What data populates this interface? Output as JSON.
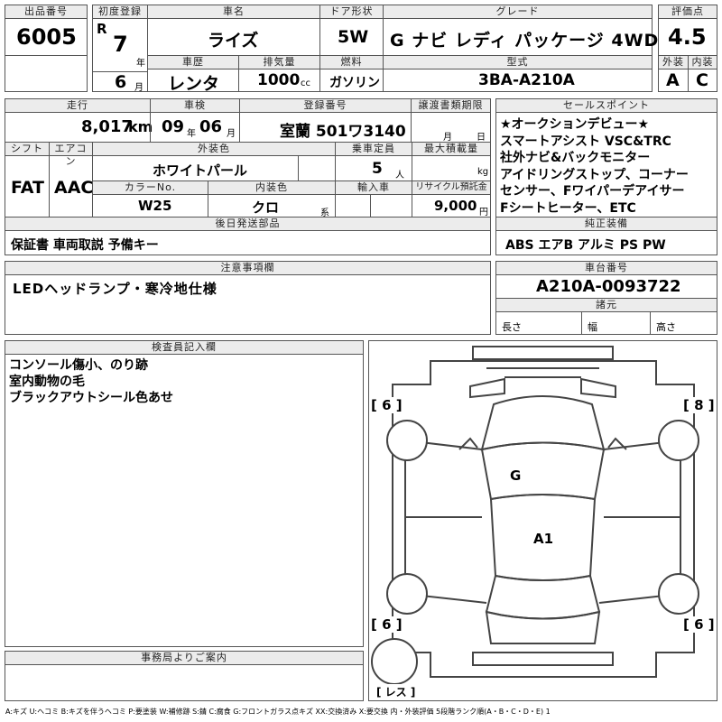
{
  "header": {
    "lot_label": "出品番号",
    "lot_no": "6005",
    "first_reg_label": "初度登録",
    "era": "R",
    "year": "7",
    "year_unit": "年",
    "month": "6",
    "month_unit": "月",
    "model_label": "車名",
    "model": "ライズ",
    "door_label": "ドア形状",
    "door": "5W",
    "grade_label": "グレード",
    "grade": "G ナビ レディ パッケージ 4WD",
    "score_label": "評価点",
    "score": "4.5",
    "ext_label": "外装",
    "ext": "A",
    "int_label": "内装",
    "int": "C",
    "history_label": "車歴",
    "history": "レンタ",
    "disp_label": "排気量",
    "disp": "1000",
    "disp_unit": "cc",
    "fuel_label": "燃料",
    "fuel": "ガソリン",
    "type_label": "型式",
    "type": "3BA-A210A"
  },
  "row2": {
    "mileage_label": "走行",
    "mileage": "8,017",
    "mileage_unit": "km",
    "inspection_label": "車検",
    "insp_year": "09",
    "insp_year_unit": "年",
    "insp_month": "06",
    "insp_month_unit": "月",
    "reg_label": "登録番号",
    "reg": "室蘭 501ワ3140",
    "transfer_label": "譲渡書類期限",
    "transfer_month_unit": "月",
    "transfer_day_unit": "日",
    "shift_label": "シフト",
    "shift": "FAT",
    "ac_label": "エアコン",
    "ac": "AAC",
    "color_label": "外装色",
    "color": "ホワイトパール",
    "capacity_label": "乗車定員",
    "capacity": "5",
    "capacity_unit": "人",
    "load_label": "最大積載量",
    "load_unit": "kg",
    "color_no_label": "カラーNo.",
    "color_no": "W25",
    "interior_label": "内装色",
    "interior": "クロ",
    "interior_unit": "系",
    "import_label": "輸入車",
    "recycle_label": "リサイクル預託金",
    "recycle": "9,000",
    "recycle_unit": "円"
  },
  "sales": {
    "label": "セールスポイント",
    "lines": [
      "★オークションデビュー★",
      "スマートアシスト VSC&TRC",
      "社外ナビ&バックモニター",
      "アイドリングストップ、コーナー",
      "センサー、Fワイパーデアイサー",
      "Fシートヒーター、ETC"
    ]
  },
  "parts": {
    "label": "後日発送部品",
    "value": "保証書 車両取説 予備キー"
  },
  "equipment": {
    "label": "純正装備",
    "value": "ABS エアB アルミ PS PW"
  },
  "notes": {
    "label": "注意事項欄",
    "value": "LEDヘッドランプ・寒冷地仕様"
  },
  "chassis": {
    "label": "車台番号",
    "value": "A210A-0093722"
  },
  "specs": {
    "label": "諸元",
    "length": "長さ",
    "width": "幅",
    "height": "高さ"
  },
  "inspector": {
    "label": "検査員記入欄",
    "lines": [
      "コンソール傷小、のり跡",
      "室内動物の毛",
      "ブラックアウトシール色あせ"
    ]
  },
  "office": {
    "label": "事務局よりご案内"
  },
  "diagram": {
    "tires": [
      "[ 6 ]",
      "[ 8 ]",
      "[ 6 ]",
      "[ 6 ]"
    ],
    "spare": "[ レス ]",
    "marks": [
      "G",
      "A1"
    ]
  },
  "legend": "A:キズ U:ヘコミ B:キズを伴うヘコミ P:要塗装 W:補修跡 S:錆 C:腐食 G:フロントガラス点キズ XX:交換済み X:要交換 内・外装評価 5段階ランク順(A・B・C・D・E) 1"
}
